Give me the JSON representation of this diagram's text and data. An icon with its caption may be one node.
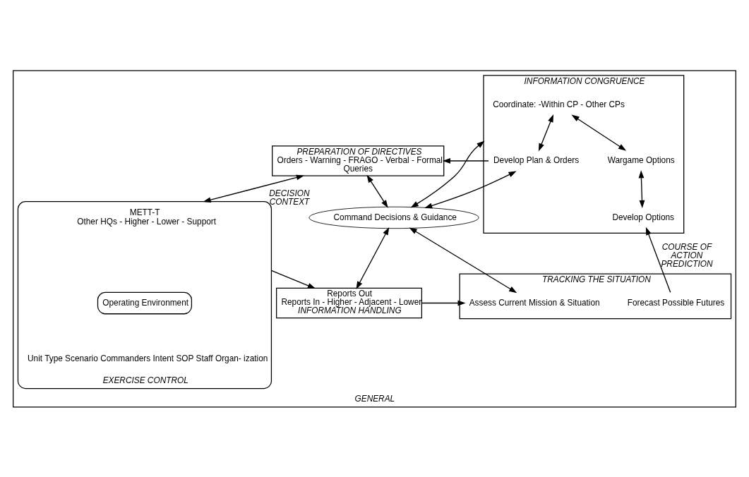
{
  "diagram": {
    "nodes": [
      {
        "text": [
          "GENERAL"
        ]
      },
      {
        "text": [
          "INFORMATION CONGRUENCE"
        ],
        "in": 0
      },
      {
        "text": [
          "Coordinate: -Within CP - Other CPs"
        ],
        "in": 1
      },
      {
        "text": [
          "Develop Plan & Orders"
        ],
        "in": 1
      },
      {
        "text": [
          "Wargame Options"
        ],
        "in": 1
      },
      {
        "text": [
          "Develop Options"
        ],
        "in": 1
      },
      {
        "text": [
          "Command Decisions & Guidance"
        ],
        "beside": [
          "DECISION CONTEXT"
        ],
        "in": 0
      },
      {
        "text": [
          "PREPARATION OF DIRECTIVES",
          "Orders - Warning - FRAGO - Verbal - Formal",
          "Queries"
        ],
        "in": 0
      },
      {
        "text": [
          "Reports Out",
          "Reports In - Higher - Adjacent - Lower",
          "INFORMATION HANDLING"
        ],
        "in": 0
      },
      {
        "text": [
          "EXERCISE CONTROL"
        ],
        "in": 0
      },
      {
        "text": [
          "METT-T",
          "Other HQs - Higher - Lower - Support"
        ],
        "in": 9
      },
      {
        "text": [
          "Operating Environment"
        ],
        "in": 9
      },
      {
        "text": [
          "Unit Type Scenario Commanders Intent SOP Staff Organ- ization"
        ],
        "in": 9
      },
      {
        "text": [
          "TRACKING THE SITUATION"
        ],
        "in": 0
      },
      {
        "text": [
          "Forecast Possible Futures"
        ],
        "in": 13
      },
      {
        "text": [
          "Assess Current Mission & Situation"
        ],
        "in": 13
      }
    ],
    "edges": [
      {
        "from": 2,
        "to": 3,
        "arrow": "both"
      },
      {
        "from": 2,
        "to": 4,
        "arrow": "both"
      },
      {
        "from": 4,
        "to": 5,
        "arrow": "both"
      },
      {
        "from": 3,
        "to": 7,
        "arrow": "to"
      },
      {
        "from": 1,
        "to": 6,
        "arrow": "both"
      },
      {
        "from": 3,
        "to": 6,
        "arrow": "both"
      },
      {
        "from": 7,
        "to": 6,
        "arrow": "both"
      },
      {
        "from": 6,
        "to": 8,
        "arrow": "both"
      },
      {
        "from": 6,
        "to": 15,
        "arrow": "both"
      },
      {
        "from": 7,
        "to": 9,
        "arrow": "both"
      },
      {
        "from": 9,
        "to": 8,
        "arrow": "to"
      },
      {
        "from": 8,
        "to": 15,
        "arrow": "to"
      },
      {
        "from": 14,
        "to": 5,
        "arrow": "to",
        "label": "COURSE OF ACTION PREDICTION"
      }
    ]
  }
}
